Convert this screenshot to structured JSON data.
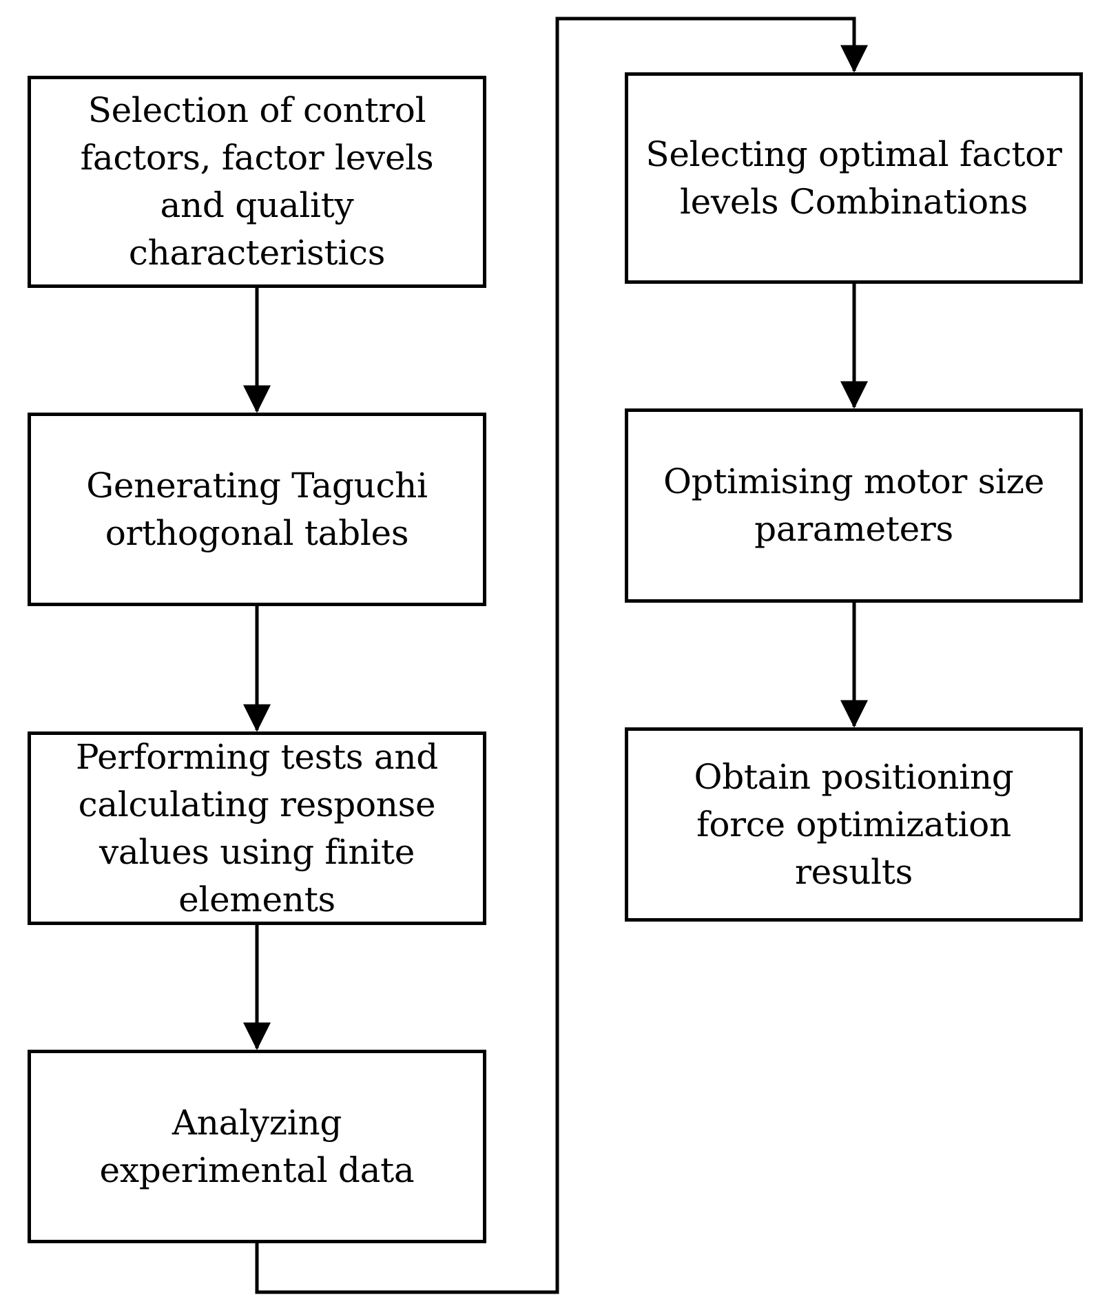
{
  "diagram": {
    "steps": [
      {
        "id": "selection",
        "label": "Selection of control\nfactors, factor levels\nand quality\ncharacteristics"
      },
      {
        "id": "taguchi",
        "label": "Generating Taguchi\northogonal tables"
      },
      {
        "id": "tests",
        "label": "Performing tests and\ncalculating response\nvalues using finite\nelements"
      },
      {
        "id": "analyze",
        "label": "Analyzing\nexperimental data"
      },
      {
        "id": "optimal",
        "label": "Selecting optimal factor\nlevels Combinations"
      },
      {
        "id": "motor",
        "label": "Optimising motor size\nparameters"
      },
      {
        "id": "result",
        "label": "Obtain positioning\nforce optimization\nresults"
      }
    ],
    "colors": {
      "stroke": "#000000",
      "background": "#ffffff"
    }
  }
}
